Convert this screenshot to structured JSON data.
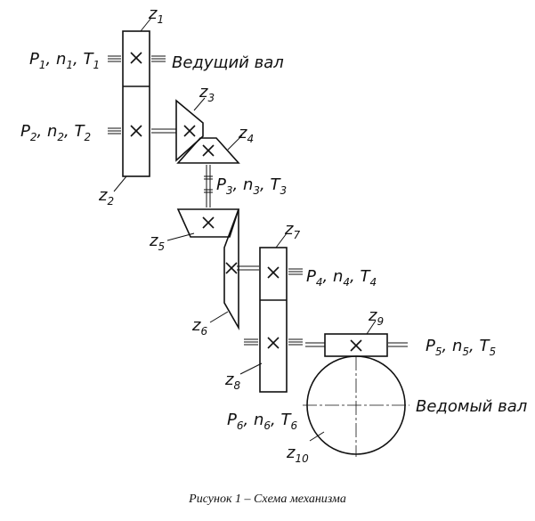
{
  "labels": {
    "z1": {
      "base": "z",
      "sub": "1"
    },
    "z2": {
      "base": "z",
      "sub": "2"
    },
    "z3": {
      "base": "z",
      "sub": "3"
    },
    "z4": {
      "base": "z",
      "sub": "4"
    },
    "z5": {
      "base": "z",
      "sub": "5"
    },
    "z6": {
      "base": "z",
      "sub": "6"
    },
    "z7": {
      "base": "z",
      "sub": "7"
    },
    "z8": {
      "base": "z",
      "sub": "8"
    },
    "z9": {
      "base": "z",
      "sub": "9"
    },
    "z10": {
      "base": "z",
      "sub": "10"
    },
    "shaft1": {
      "P": "P",
      "Ps": "1",
      "n": "n",
      "ns": "1",
      "T": "T",
      "Ts": "1"
    },
    "shaft2": {
      "P": "P",
      "Ps": "2",
      "n": "n",
      "ns": "2",
      "T": "T",
      "Ts": "2"
    },
    "shaft3": {
      "P": "P",
      "Ps": "3",
      "n": "n",
      "ns": "3",
      "T": "T",
      "Ts": "3"
    },
    "shaft4": {
      "P": "P",
      "Ps": "4",
      "n": "n",
      "ns": "4",
      "T": "T",
      "Ts": "4"
    },
    "shaft5": {
      "P": "P",
      "Ps": "5",
      "n": "n",
      "ns": "5",
      "T": "T",
      "Ts": "5"
    },
    "shaft6": {
      "P": "P",
      "Ps": "6",
      "n": "n",
      "ns": "6",
      "T": "T",
      "Ts": "6"
    },
    "sep": ", ",
    "driving_shaft": "Ведущий вал",
    "driven_shaft": "Ведомый вал"
  },
  "caption": "Рисунок 1 – Схема механизма"
}
